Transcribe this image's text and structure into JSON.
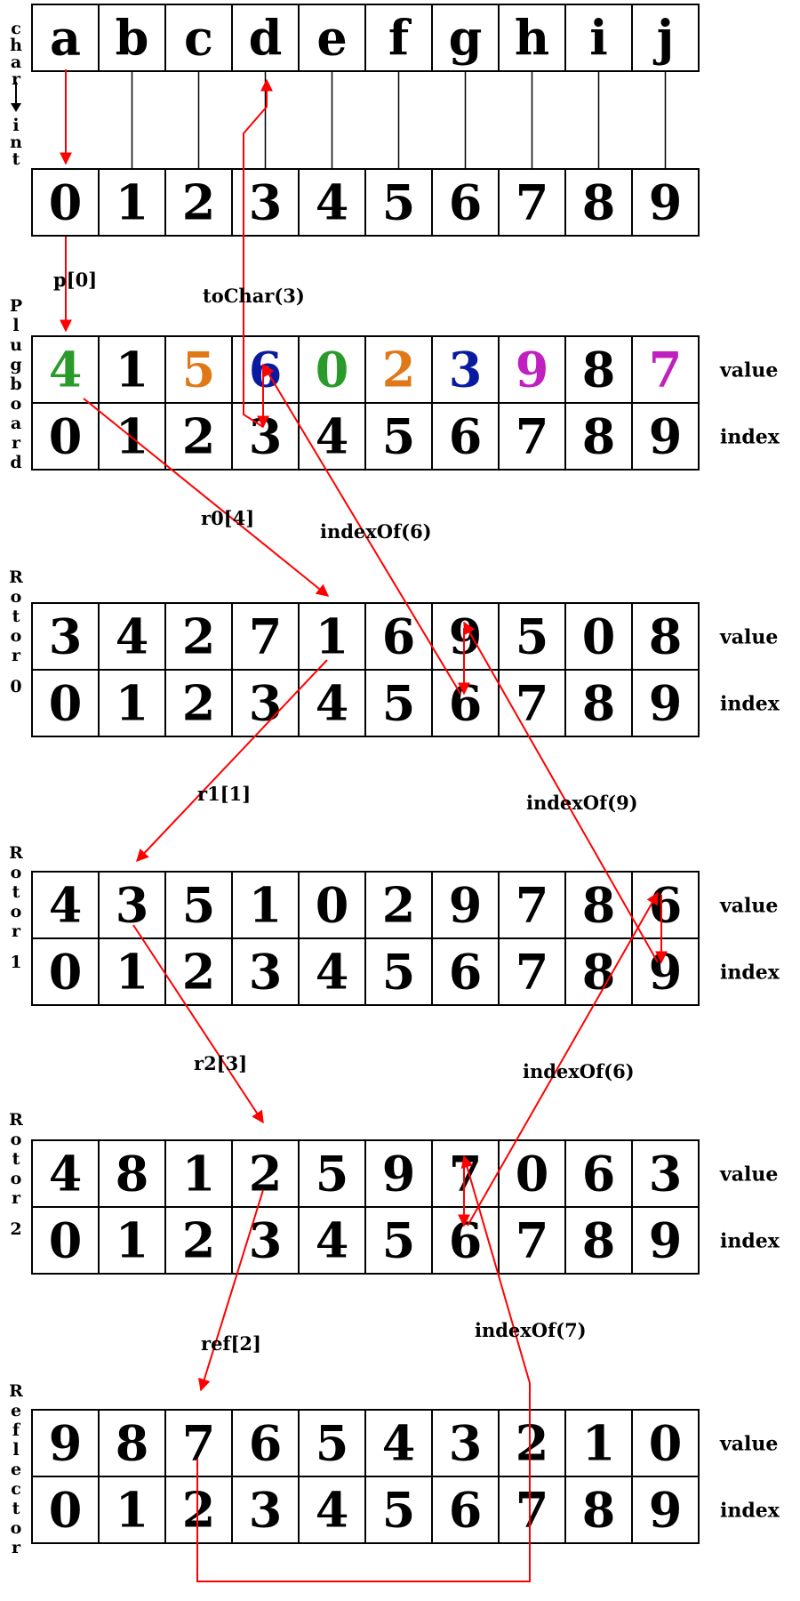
{
  "colors": {
    "arrow": "#ff0000",
    "black": "#000000",
    "green": "#2a9a2a",
    "orange": "#e07818",
    "blue": "#0a1aa0",
    "magenta": "#c020c0"
  },
  "top": {
    "side_label": "char→int",
    "chars": [
      "a",
      "b",
      "c",
      "d",
      "e",
      "f",
      "g",
      "h",
      "i",
      "j"
    ],
    "ints": [
      "0",
      "1",
      "2",
      "3",
      "4",
      "5",
      "6",
      "7",
      "8",
      "9"
    ]
  },
  "row_labels": {
    "value": "value",
    "index": "index"
  },
  "blocks": [
    {
      "id": "plugboard",
      "side_label": "Plugboard",
      "values": [
        "4",
        "1",
        "5",
        "6",
        "0",
        "2",
        "3",
        "9",
        "8",
        "7"
      ],
      "value_colors": [
        "green",
        "black",
        "orange",
        "blue",
        "green",
        "orange",
        "blue",
        "magenta",
        "black",
        "magenta"
      ],
      "indices": [
        "0",
        "1",
        "2",
        "3",
        "4",
        "5",
        "6",
        "7",
        "8",
        "9"
      ]
    },
    {
      "id": "rotor0",
      "side_label": "Rotor 0",
      "values": [
        "3",
        "4",
        "2",
        "7",
        "1",
        "6",
        "9",
        "5",
        "0",
        "8"
      ],
      "indices": [
        "0",
        "1",
        "2",
        "3",
        "4",
        "5",
        "6",
        "7",
        "8",
        "9"
      ]
    },
    {
      "id": "rotor1",
      "side_label": "Rotor 1",
      "values": [
        "4",
        "3",
        "5",
        "1",
        "0",
        "2",
        "9",
        "7",
        "8",
        "6"
      ],
      "indices": [
        "0",
        "1",
        "2",
        "3",
        "4",
        "5",
        "6",
        "7",
        "8",
        "9"
      ]
    },
    {
      "id": "rotor2",
      "side_label": "Rotor 2",
      "values": [
        "4",
        "8",
        "1",
        "2",
        "5",
        "9",
        "7",
        "0",
        "6",
        "3"
      ],
      "indices": [
        "0",
        "1",
        "2",
        "3",
        "4",
        "5",
        "6",
        "7",
        "8",
        "9"
      ]
    },
    {
      "id": "reflector",
      "side_label": "Reflector",
      "values": [
        "9",
        "8",
        "7",
        "6",
        "5",
        "4",
        "3",
        "2",
        "1",
        "0"
      ],
      "indices": [
        "0",
        "1",
        "2",
        "3",
        "4",
        "5",
        "6",
        "7",
        "8",
        "9"
      ]
    }
  ],
  "operations": {
    "p0": "p[0]",
    "tochar": "toChar(3)",
    "r0_4": "r0[4]",
    "indexof6_top": "indexOf(6)",
    "r1_1": "r1[1]",
    "indexof9": "indexOf(9)",
    "r2_3": "r2[3]",
    "indexof6_mid": "indexOf(6)",
    "ref2": "ref[2]",
    "indexof7": "indexOf(7)"
  }
}
